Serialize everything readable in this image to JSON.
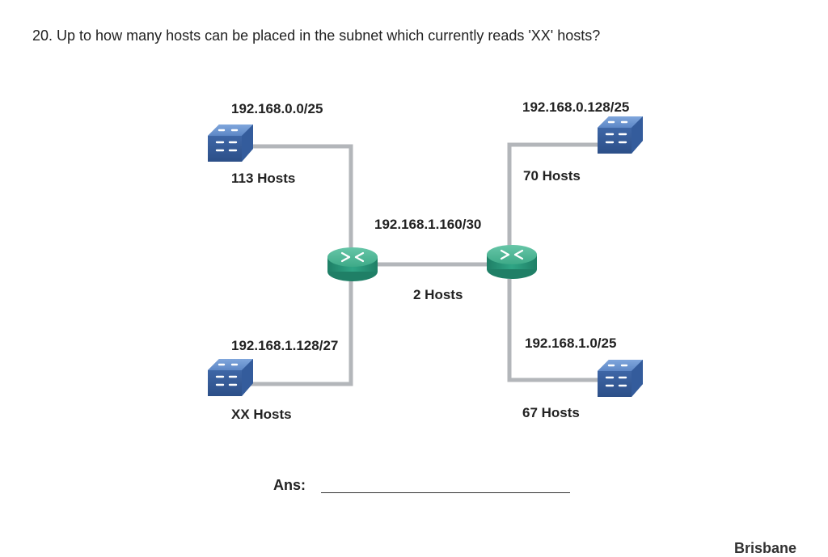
{
  "question": {
    "text": "20. Up to how many hosts can be placed in the subnet which currently reads 'XX' hosts?"
  },
  "topology": {
    "switches": [
      {
        "id": "top-left",
        "network": "192.168.0.0/25",
        "hosts": "113 Hosts"
      },
      {
        "id": "top-right",
        "network": "192.168.0.128/25",
        "hosts": "70 Hosts"
      },
      {
        "id": "bottom-left",
        "network": "192.168.1.128/27",
        "hosts": "XX Hosts"
      },
      {
        "id": "bottom-right",
        "network": "192.168.1.0/25",
        "hosts": "67 Hosts"
      }
    ],
    "router_link": {
      "network": "192.168.1.160/30",
      "hosts": "2 Hosts"
    },
    "colors": {
      "cable": "#b3b6ba",
      "switch": "#4a76b8",
      "router": "#2e9e82"
    }
  },
  "answer": {
    "label": "Ans:"
  },
  "footer": {
    "cut_off_text": "Brisbane"
  }
}
